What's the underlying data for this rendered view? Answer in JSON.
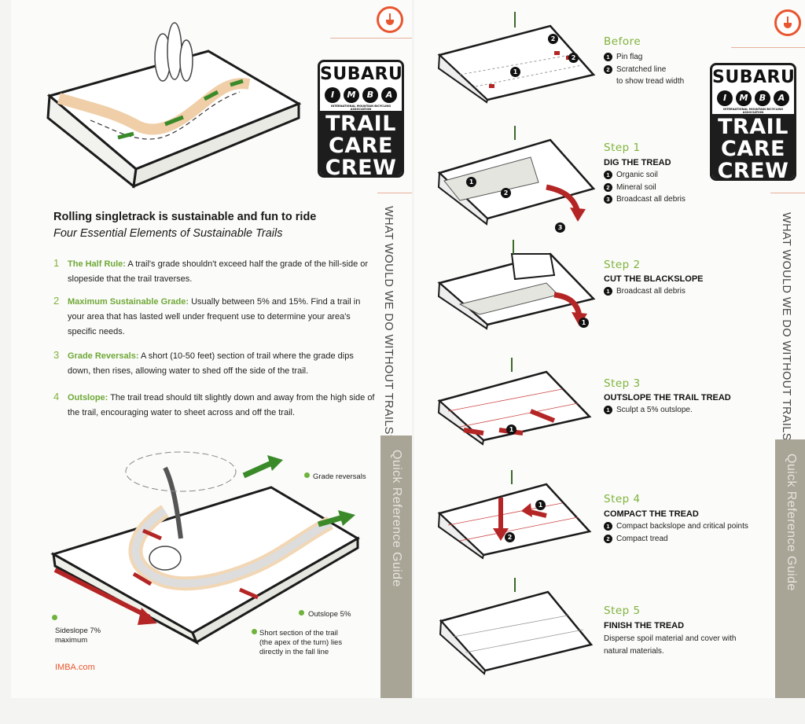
{
  "left_card": {
    "brand": {
      "subaru": "SUBARU",
      "imba_letters": [
        "I",
        "M",
        "B",
        "A"
      ],
      "association": "INTERNATIONAL MOUNTAIN BICYCLING ASSOCIATION",
      "trail": "TRAIL",
      "care": "CARE",
      "crew": "CREW"
    },
    "side_text": "WHAT WOULD WE DO WITHOUT TRAILS?",
    "side_bar": "Quick Reference Guide",
    "headline": "Rolling singletrack is sustainable and fun to ride",
    "subheadline": "Four Essential Elements of Sustainable Trails",
    "elements": [
      {
        "num": "1",
        "term": "The Half Rule:",
        "text": " A trail's grade shouldn't exceed half the grade of the hill-side or slopeside that the trail traverses."
      },
      {
        "num": "2",
        "term": "Maximum Sustainable Grade:",
        "text": " Usually between 5% and 15%. Find a trail in your area that has lasted well under frequent use to determine your area's specific needs."
      },
      {
        "num": "3",
        "term": "Grade Reversals:",
        "text": " A short (10-50 feet) section of trail where the grade dips down, then rises, allowing water to shed off the side of the trail."
      },
      {
        "num": "4",
        "term": "Outslope:",
        "text": " The trail tread should tilt slightly down and away from the high side of the trail, encouraging water to sheet across and off the trail."
      }
    ],
    "annotations": {
      "grade_reversals": "Grade reversals",
      "outslope": "Outslope 5%",
      "sideslope_1": "Sideslope 7%",
      "sideslope_2": "maximum",
      "short_section_1": "Short section of the trail",
      "short_section_2": "(the apex of the turn) lies",
      "short_section_3": "directly in the fall line"
    },
    "url": "IMBA.com"
  },
  "right_card": {
    "brand": {
      "subaru": "SUBARU",
      "imba_letters": [
        "I",
        "M",
        "B",
        "A"
      ],
      "association": "INTERNATIONAL MOUNTAIN BICYCLING ASSOCIATION",
      "trail": "TRAIL",
      "care": "CARE",
      "crew": "CREW"
    },
    "side_text": "WHAT WOULD WE DO WITHOUT TRAILS?",
    "side_bar": "Quick Reference Guide",
    "steps": [
      {
        "title": "Before",
        "heading": "",
        "items": [
          "Pin flag",
          "Scratched line",
          "to show tread width"
        ]
      },
      {
        "title": "Step 1",
        "heading": "DIG THE TREAD",
        "items": [
          "Organic soil",
          "Mineral soil",
          "Broadcast all debris"
        ]
      },
      {
        "title": "Step 2",
        "heading": "CUT THE BLACKSLOPE",
        "items": [
          "Broadcast all debris"
        ]
      },
      {
        "title": "Step 3",
        "heading": "OUTSLOPE THE TRAIL TREAD",
        "items": [
          "Sculpt a 5% outslope."
        ]
      },
      {
        "title": "Step 4",
        "heading": "COMPACT THE TREAD",
        "items": [
          "Compact backslope and critical points",
          "Compact tread"
        ]
      },
      {
        "title": "Step 5",
        "heading": "FINISH THE TREAD",
        "description": "Disperse spoil material and cover with natural materials."
      }
    ],
    "markers": [
      "1",
      "2",
      "3"
    ]
  }
}
